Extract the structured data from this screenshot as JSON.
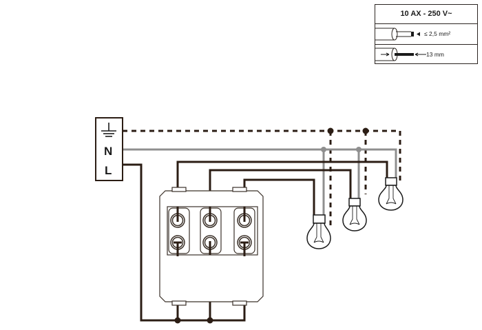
{
  "spec_table": {
    "rating": "10 AX - 250 V~",
    "wire_section": "≤ 2,5 mm²",
    "strip_length": "13 mm"
  },
  "supply_terminal": {
    "earth_icon": "earth-ground-icon",
    "neutral_label": "N",
    "line_label": "L"
  },
  "colors": {
    "live_wire": "#2b1d14",
    "neutral_wire": "#8f8f8f",
    "earth_wire": "#2b1d14",
    "outline": "#3a3028"
  },
  "components": {
    "switch": "3-gang switch module",
    "lamps": 3
  }
}
